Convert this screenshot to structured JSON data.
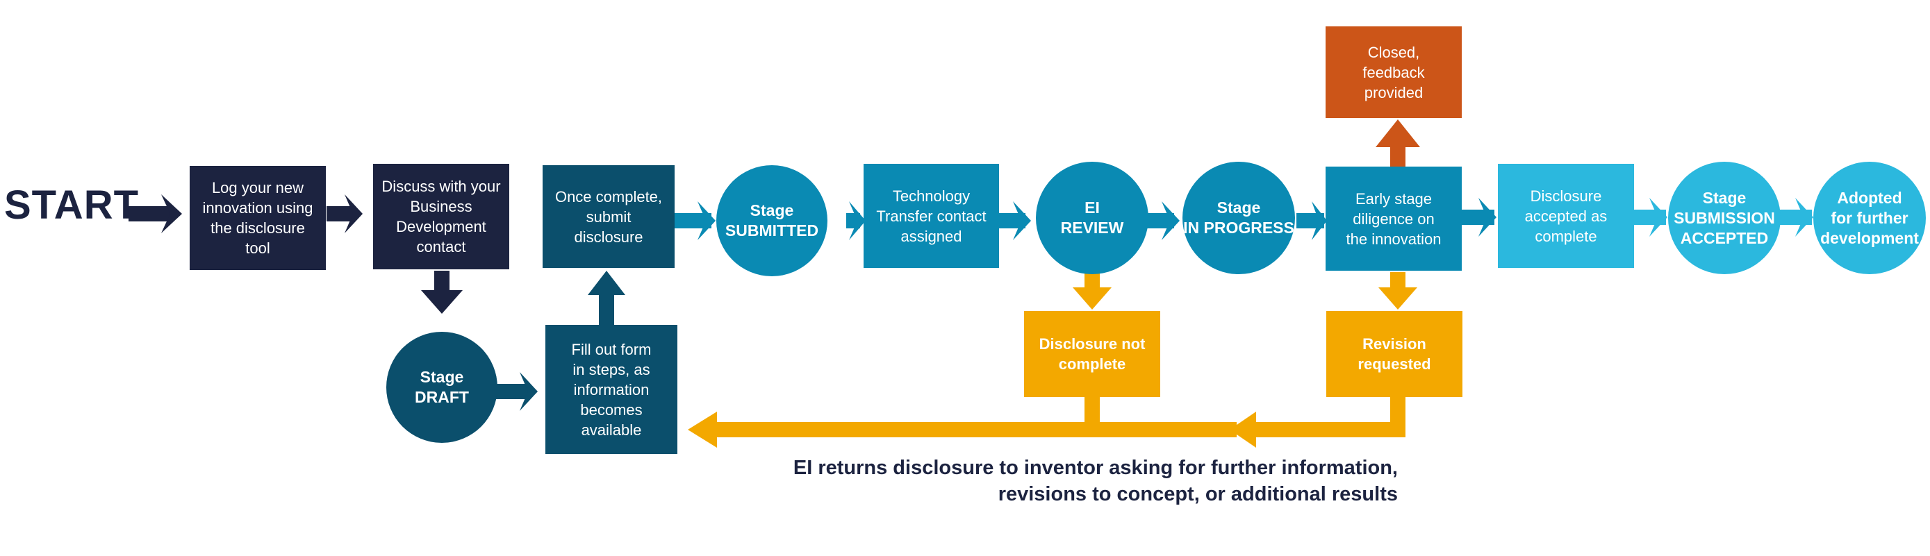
{
  "start_label": "START",
  "nodes": {
    "log": "Log your new\ninnovation using\nthe disclosure\ntool",
    "discuss": "Discuss with your\nBusiness\nDevelopment\ncontact",
    "draft": "Stage\nDRAFT",
    "fill": "Fill out form\nin steps, as\ninformation\nbecomes\navailable",
    "once": "Once complete,\nsubmit\ndisclosure",
    "submitted": "Stage\nSUBMITTED",
    "tech": "Technology\nTransfer contact\nassigned",
    "ei_review": "EI\nREVIEW",
    "in_progress": "Stage\nIN PROGRESS",
    "early": "Early stage\ndiligence on\nthe innovation",
    "closed": "Closed,\nfeedback\nprovided",
    "not_complete": "Disclosure not\ncomplete",
    "revision": "Revision\nrequested",
    "accepted": "Disclosure\naccepted as\ncomplete",
    "submission_accepted": "Stage\nSUBMISSION\nACCEPTED",
    "adopted": "Adopted\nfor further\ndevelopment"
  },
  "caption": "EI returns disclosure to inventor asking for further information,\nrevisions to concept, or additional results",
  "colors": {
    "navy": "#1c2340",
    "dark_teal": "#0b4f6c",
    "mid_blue": "#0a8ab3",
    "light_blue": "#2bb8de",
    "orange": "#cc5518",
    "yellow": "#f3a800"
  }
}
